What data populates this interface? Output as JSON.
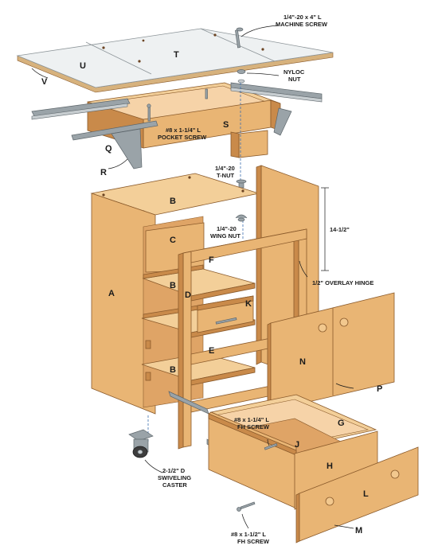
{
  "parts": {
    "A": "A",
    "B_top": "B",
    "B_mid": "B",
    "B_low": "B",
    "C": "C",
    "D": "D",
    "E": "E",
    "F": "F",
    "G": "G",
    "H": "H",
    "J": "J",
    "K": "K",
    "L": "L",
    "M": "M",
    "N": "N",
    "P": "P",
    "Q": "Q",
    "R": "R",
    "S": "S",
    "T": "T",
    "U": "U",
    "V": "V"
  },
  "callouts": {
    "machine_screw_1": "1/4\"-20 x 4\" L",
    "machine_screw_2": "MACHINE SCREW",
    "nyloc_1": "NYLOC",
    "nyloc_2": "NUT",
    "pocket_screw_1": "#8 x 1-1/4\" L",
    "pocket_screw_2": "POCKET SCREW",
    "tnut_1": "1/4\"-20",
    "tnut_2": "T-NUT",
    "wingnut_1": "1/4\"-20",
    "wingnut_2": "WING NUT",
    "dimension": "14-1/2\"",
    "hinge": "1/2\" OVERLAY HINGE",
    "fh_screw_a_1": "#8 x 1-1/4\" L",
    "fh_screw_a_2": "FH SCREW",
    "caster_1": "2-1/2\" D",
    "caster_2": "SWIVELING",
    "caster_3": "CASTER",
    "fh_screw_b_1": "#8 x 1-1/2\" L",
    "fh_screw_b_2": "FH SCREW"
  },
  "colors": {
    "wood": "#e9b574",
    "wood_dark": "#c98a4a",
    "laminate": "#eef1f2",
    "metal": "#9aa3a8",
    "hidden_line": "#3c6fb0"
  }
}
